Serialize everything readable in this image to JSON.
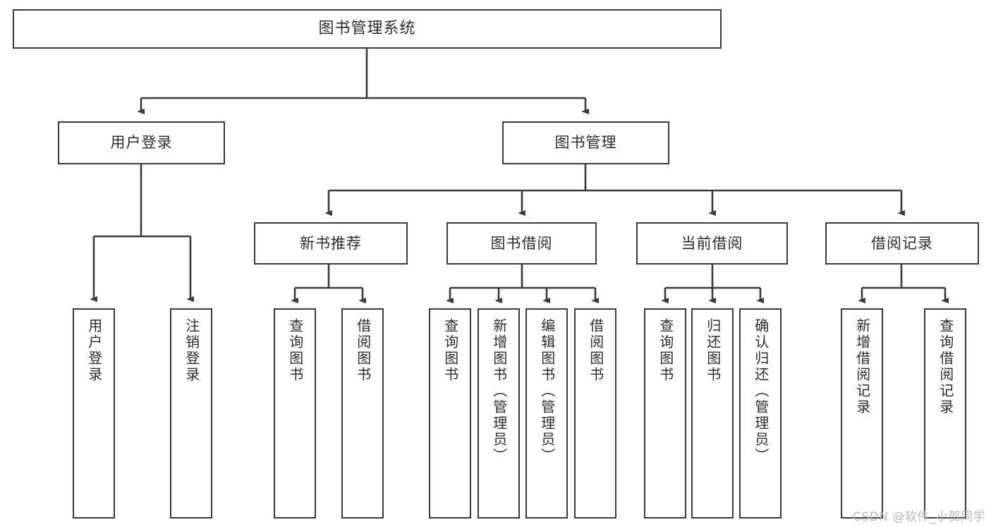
{
  "diagram": {
    "title": "图书管理系统",
    "watermark": "CSDN @软件_小贺同学",
    "stroke_color": "#3a3a3a",
    "text_color": "#2b2b2b",
    "background": "#ffffff"
  },
  "nodes": {
    "root": {
      "label": "图书管理系统",
      "level": 0
    },
    "level1": [
      {
        "id": "user-login",
        "label": "用户登录"
      },
      {
        "id": "book-manage",
        "label": "图书管理"
      }
    ],
    "level2": [
      {
        "id": "new-book-recommend",
        "label": "新书推荐"
      },
      {
        "id": "book-borrow",
        "label": "图书借阅"
      },
      {
        "id": "current-borrow",
        "label": "当前借阅"
      },
      {
        "id": "borrow-record",
        "label": "借阅记录"
      }
    ],
    "leaves": {
      "user-login": [
        {
          "id": "leaf-user-login",
          "label": "用户登录"
        },
        {
          "id": "leaf-logout",
          "label": "注销登录"
        }
      ],
      "new-book-recommend": [
        {
          "id": "leaf-query-book-1",
          "label": "查询图书"
        },
        {
          "id": "leaf-borrow-book-1",
          "label": "借阅图书"
        }
      ],
      "book-borrow": [
        {
          "id": "leaf-query-book-2",
          "label": "查询图书"
        },
        {
          "id": "leaf-add-book",
          "label": "新增图书（管理员）"
        },
        {
          "id": "leaf-edit-book",
          "label": "编辑图书（管理员）"
        },
        {
          "id": "leaf-borrow-book-2",
          "label": "借阅图书"
        }
      ],
      "current-borrow": [
        {
          "id": "leaf-query-book-3",
          "label": "查询图书"
        },
        {
          "id": "leaf-return-book",
          "label": "归还图书"
        },
        {
          "id": "leaf-confirm-return",
          "label": "确认归还（管理员）"
        }
      ],
      "borrow-record": [
        {
          "id": "leaf-add-record",
          "label": "新增借阅记录"
        },
        {
          "id": "leaf-query-record",
          "label": "查询借阅记录"
        }
      ]
    }
  }
}
